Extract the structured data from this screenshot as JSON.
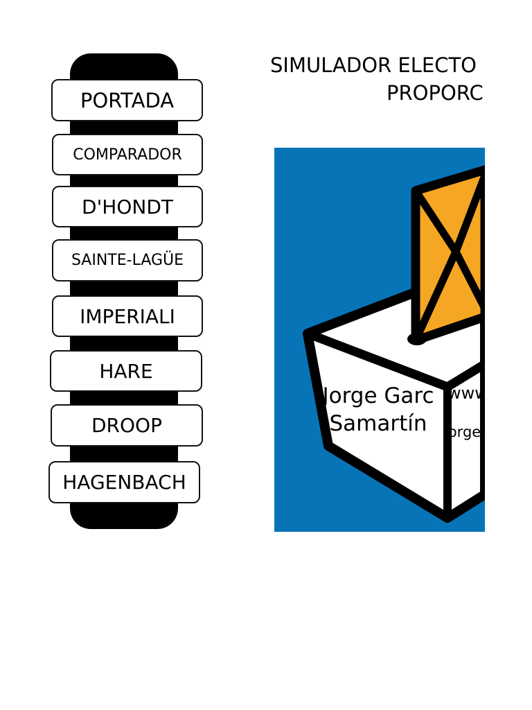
{
  "nav": {
    "items": [
      {
        "label": "PORTADA"
      },
      {
        "label": "COMPARADOR"
      },
      {
        "label": "D'HONDT"
      },
      {
        "label": "SAINTE-LAGÜE"
      },
      {
        "label": "IMPERIALI"
      },
      {
        "label": "HARE"
      },
      {
        "label": "DROOP"
      },
      {
        "label": "HAGENBACH"
      }
    ]
  },
  "title": {
    "line1": "SIMULADOR ELECTO",
    "line2": "PROPORC"
  },
  "cover": {
    "author_line1": "Jorge Garc",
    "author_line2": "Samartín",
    "web": "www",
    "email": "jorge",
    "colors": {
      "background": "#0874b8",
      "envelope": "#f5a623",
      "box": "#ffffff",
      "outline": "#000000"
    }
  }
}
